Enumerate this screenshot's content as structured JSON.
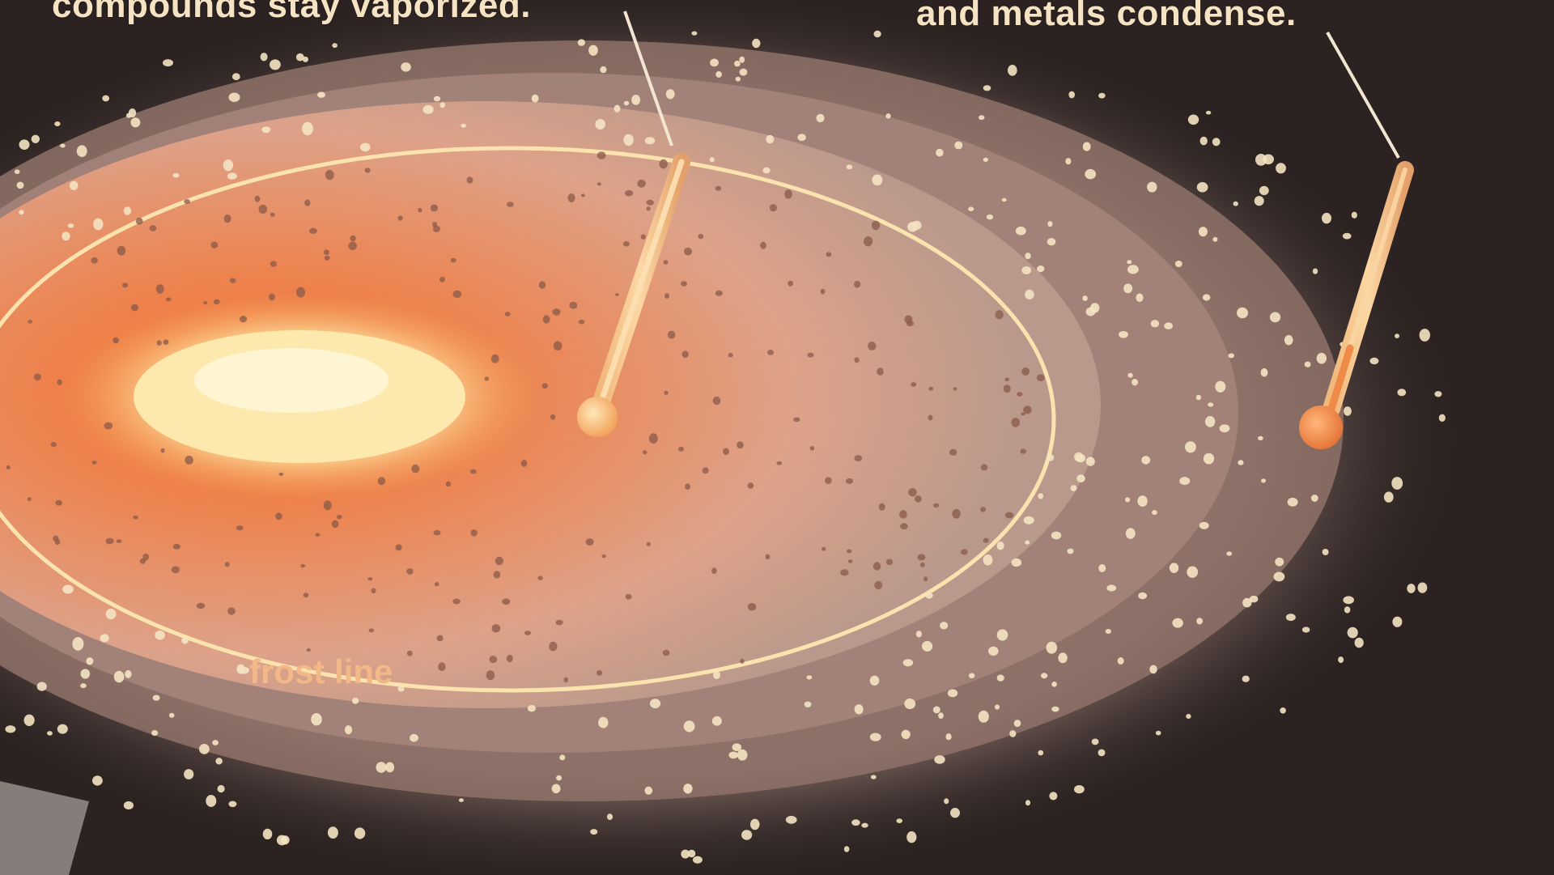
{
  "captions": {
    "inner": "compounds stay vaporized.",
    "outer": "and metals condense."
  },
  "labels": {
    "frost_line": "frost line"
  },
  "icons": {
    "star": "glowing-protostar-icon",
    "inner_thermometer": "thermometer-icon",
    "outer_thermometer": "thermometer-icon"
  },
  "colors": {
    "background": "#2b2221",
    "disk_hot": "#f07a3a",
    "disk_warm": "#e69a70",
    "disk_cool": "#b7988a",
    "star_core": "#fff4c6",
    "frost_line": "#fbe3b0",
    "caption": "#f6e3c4",
    "thermometer_bulb": "#f29b52"
  }
}
